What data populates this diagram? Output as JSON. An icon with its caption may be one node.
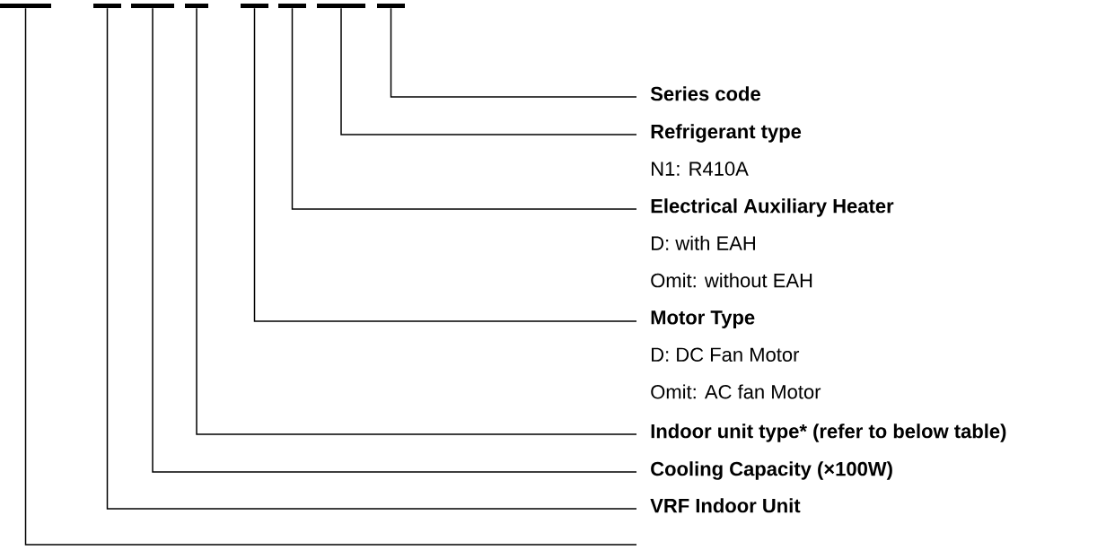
{
  "diagram": {
    "nodes": [
      {
        "text": [],
        "shape": "bar"
      },
      {
        "text": [],
        "shape": "bar"
      },
      {
        "text": [],
        "shape": "bar"
      },
      {
        "text": [],
        "shape": "bar"
      },
      {
        "text": [],
        "shape": "bar"
      },
      {
        "text": [],
        "shape": "bar"
      },
      {
        "text": [],
        "shape": "bar"
      },
      {
        "text": [],
        "shape": "bar"
      },
      {
        "text": [
          "Series code"
        ]
      },
      {
        "text": [
          "Refrigerant type",
          "N1: R410A"
        ]
      },
      {
        "text": [
          "Electrical Auxiliary Heater",
          "D: with EAH",
          "Omit: without EAH"
        ]
      },
      {
        "text": [
          "Motor Type",
          "D: DC Fan Motor",
          "Omit: AC fan Motor"
        ]
      },
      {
        "text": [
          "Indoor unit type* (refer to below table)"
        ]
      },
      {
        "text": [
          "Cooling Capacity (×100W)"
        ]
      },
      {
        "text": [
          "VRF Indoor Unit"
        ]
      }
    ],
    "edges": [
      {
        "from": 8,
        "to": 7,
        "arrow": "none"
      },
      {
        "from": 9,
        "to": 6,
        "arrow": "none"
      },
      {
        "from": 10,
        "to": 5,
        "arrow": "none"
      },
      {
        "from": 11,
        "to": 4,
        "arrow": "none"
      },
      {
        "from": 12,
        "to": 3,
        "arrow": "none"
      },
      {
        "from": 13,
        "to": 2,
        "arrow": "none"
      },
      {
        "from": 14,
        "to": 1,
        "arrow": "none"
      },
      {
        "from": null,
        "to": 0,
        "arrow": "none"
      }
    ]
  }
}
